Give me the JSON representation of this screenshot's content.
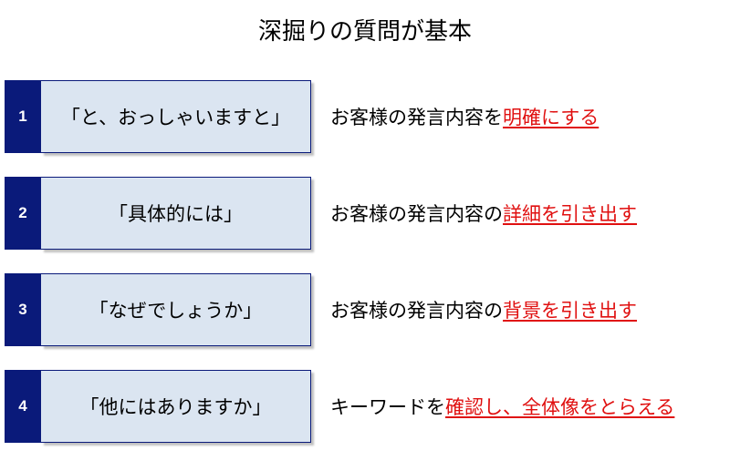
{
  "title": "深掘りの質問が基本",
  "rows": [
    {
      "number": "1",
      "question": "「と、おっしゃいますと」",
      "desc_prefix": "お客様の発言内容を",
      "desc_highlight": "明確にする"
    },
    {
      "number": "2",
      "question": "「具体的には」",
      "desc_prefix": "お客様の発言内容の",
      "desc_highlight": "詳細を引き出す"
    },
    {
      "number": "3",
      "question": "「なぜでしょうか」",
      "desc_prefix": "お客様の発言内容の",
      "desc_highlight": "背景を引き出す"
    },
    {
      "number": "4",
      "question": "「他にはありますか」",
      "desc_prefix": "キーワードを",
      "desc_highlight": "確認し、全体像をとらえる"
    }
  ],
  "colors": {
    "number_bg": "#0a1a7a",
    "box_bg": "#dbe5f1",
    "highlight": "#e01010"
  }
}
